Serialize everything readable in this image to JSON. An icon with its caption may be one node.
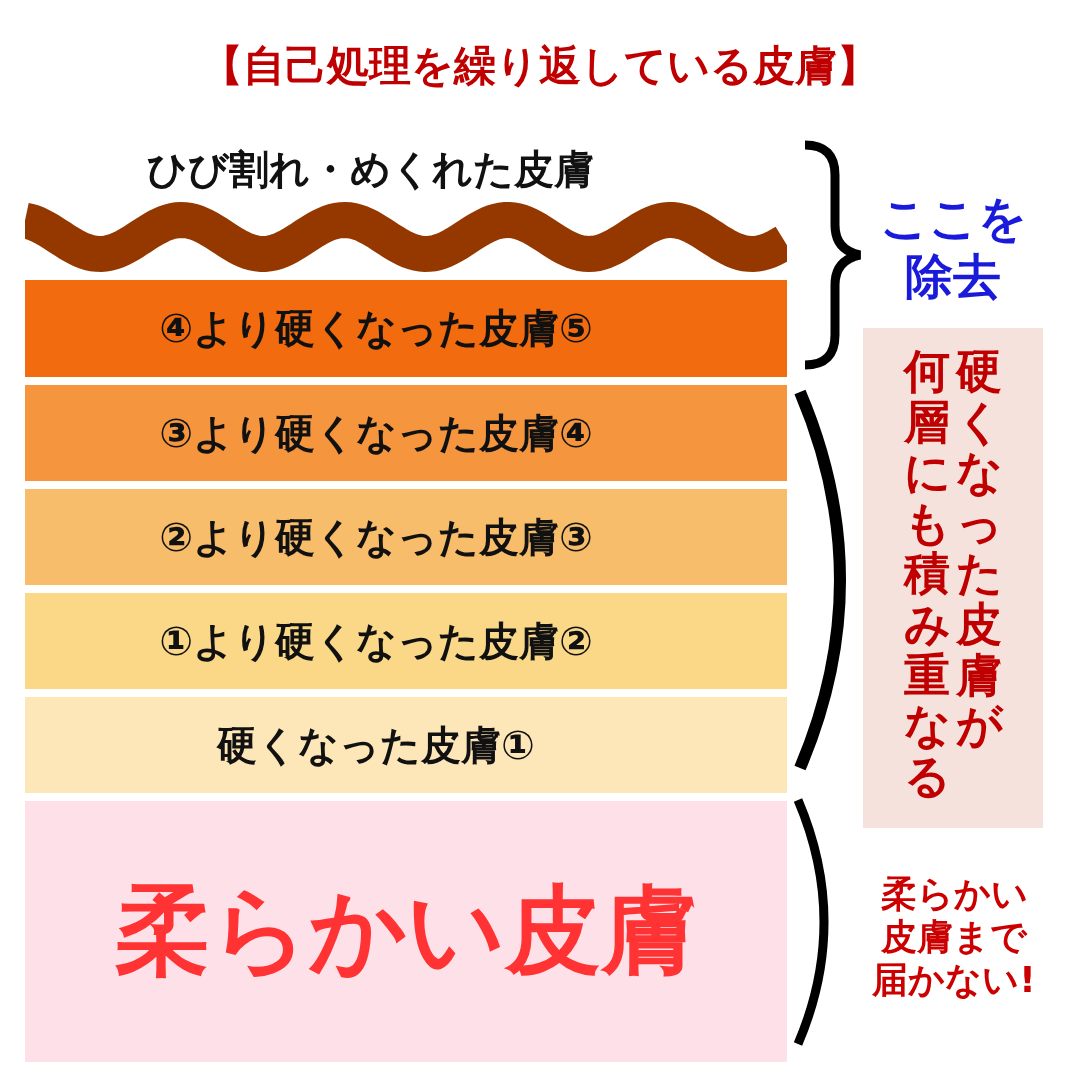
{
  "diagram": {
    "title": "【自己処理を繰り返している皮膚】",
    "nodes": [
      {
        "text": [
          "ひび割れ・めくれた皮膚"
        ]
      },
      {
        "text": [
          "④より硬くなった皮膚⑤"
        ]
      },
      {
        "text": [
          "③より硬くなった皮膚④"
        ]
      },
      {
        "text": [
          "②より硬くなった皮膚③"
        ]
      },
      {
        "text": [
          "①より硬くなった皮膚②"
        ]
      },
      {
        "text": [
          "硬くなった皮膚①"
        ]
      },
      {
        "text": [
          "柔らかい皮膚"
        ]
      },
      {
        "text": [
          "何層にも積み重なる",
          "硬くなった皮膚が"
        ]
      }
    ],
    "labels": [
      "ここを除去",
      "柔らかい皮膚まで届かない!"
    ]
  }
}
